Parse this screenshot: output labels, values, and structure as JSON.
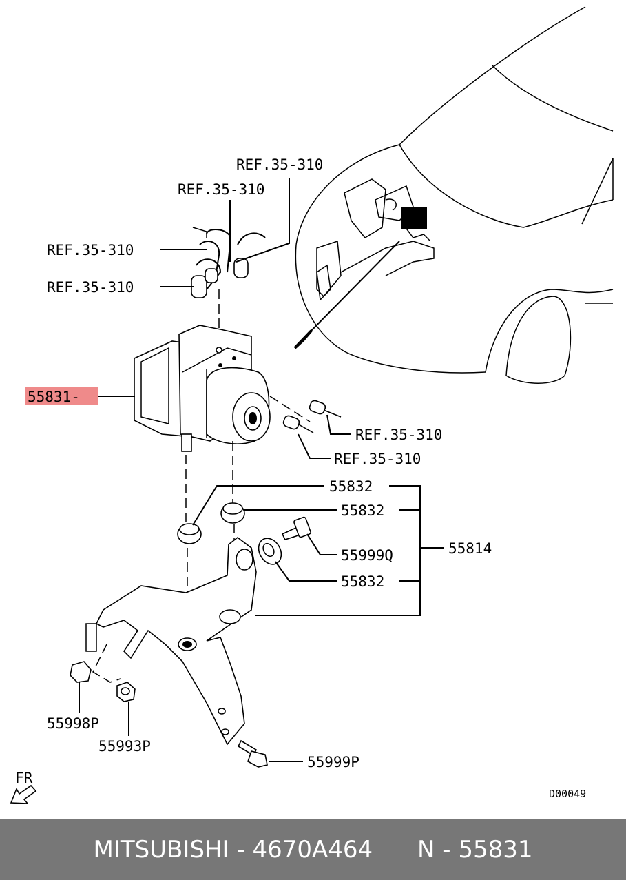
{
  "labels": {
    "ref1": "REF.35-310",
    "ref2": "REF.35-310",
    "ref3": "REF.35-310",
    "ref4": "REF.35-310",
    "ref5": "REF.35-310",
    "ref6": "REF.35-310",
    "part_55831": "55831-",
    "part_55832a": "55832",
    "part_55832b": "55832",
    "part_55832c": "55832",
    "part_55814": "55814",
    "part_55999q": "55999Q",
    "part_55998p": "55998P",
    "part_55993p": "55993P",
    "part_55999p": "55999P",
    "fr": "FR",
    "code": "D00049"
  },
  "footer": {
    "brand": "MITSUBISHI",
    "sep1": " - ",
    "part_number": "4670A464",
    "gap": "      ",
    "n_label": "N - ",
    "code": "55831"
  }
}
